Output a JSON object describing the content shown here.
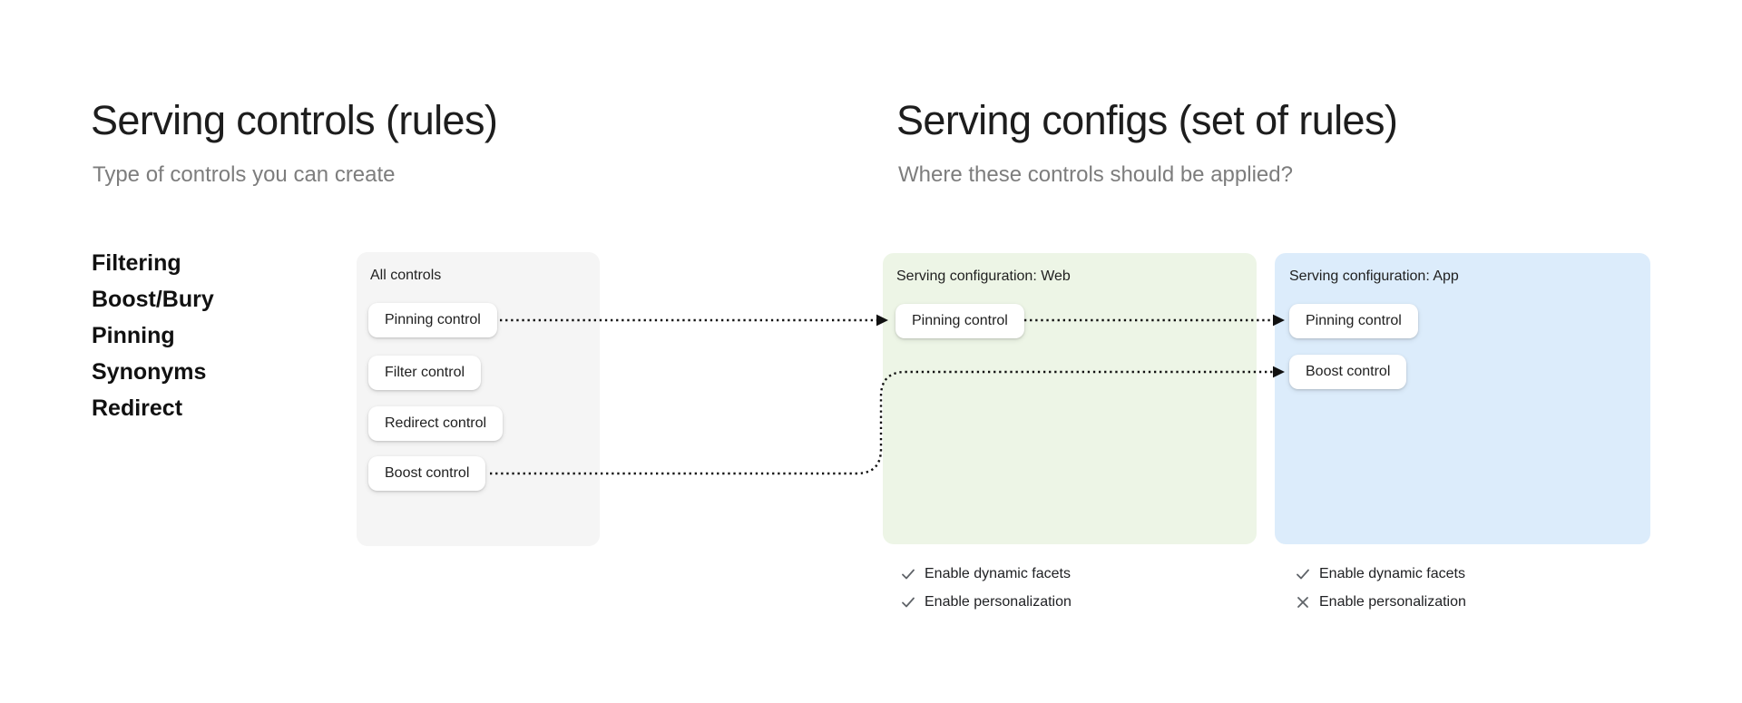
{
  "left": {
    "title": "Serving controls (rules)",
    "subtitle": "Type of controls you can create",
    "control_types": [
      "Filtering",
      "Boost/Bury",
      "Pinning",
      "Synonyms",
      "Redirect"
    ],
    "card": {
      "label": "All controls",
      "buttons": [
        "Pinning control",
        "Filter control",
        "Redirect control",
        "Boost control"
      ]
    }
  },
  "right": {
    "title": "Serving configs (set of rules)",
    "subtitle": "Where these controls should be applied?",
    "web": {
      "label": "Serving configuration: Web",
      "buttons": [
        "Pinning control"
      ],
      "settings": [
        {
          "icon": "check",
          "state": "enabled",
          "label": "Enable dynamic facets"
        },
        {
          "icon": "check",
          "state": "enabled",
          "label": "Enable personalization"
        }
      ]
    },
    "app": {
      "label": "Serving configuration: App",
      "buttons": [
        "Pinning control",
        "Boost control"
      ],
      "settings": [
        {
          "icon": "check",
          "state": "enabled",
          "label": "Enable dynamic facets"
        },
        {
          "icon": "cross",
          "state": "disabled",
          "label": "Enable personalization"
        }
      ]
    }
  },
  "icons": {
    "check": "✓",
    "cross": "✕"
  },
  "colors": {
    "background": "#ffffff",
    "title_text": "#1d1d1d",
    "subtitle_text": "#7d7d7d",
    "all_controls_card_bg": "#f5f5f5",
    "web_card_bg": "#edf5e6",
    "app_card_bg": "#dcecfb",
    "chip_bg": "#ffffff",
    "arrow": "#111111",
    "setting_icon": "#5f6368"
  }
}
